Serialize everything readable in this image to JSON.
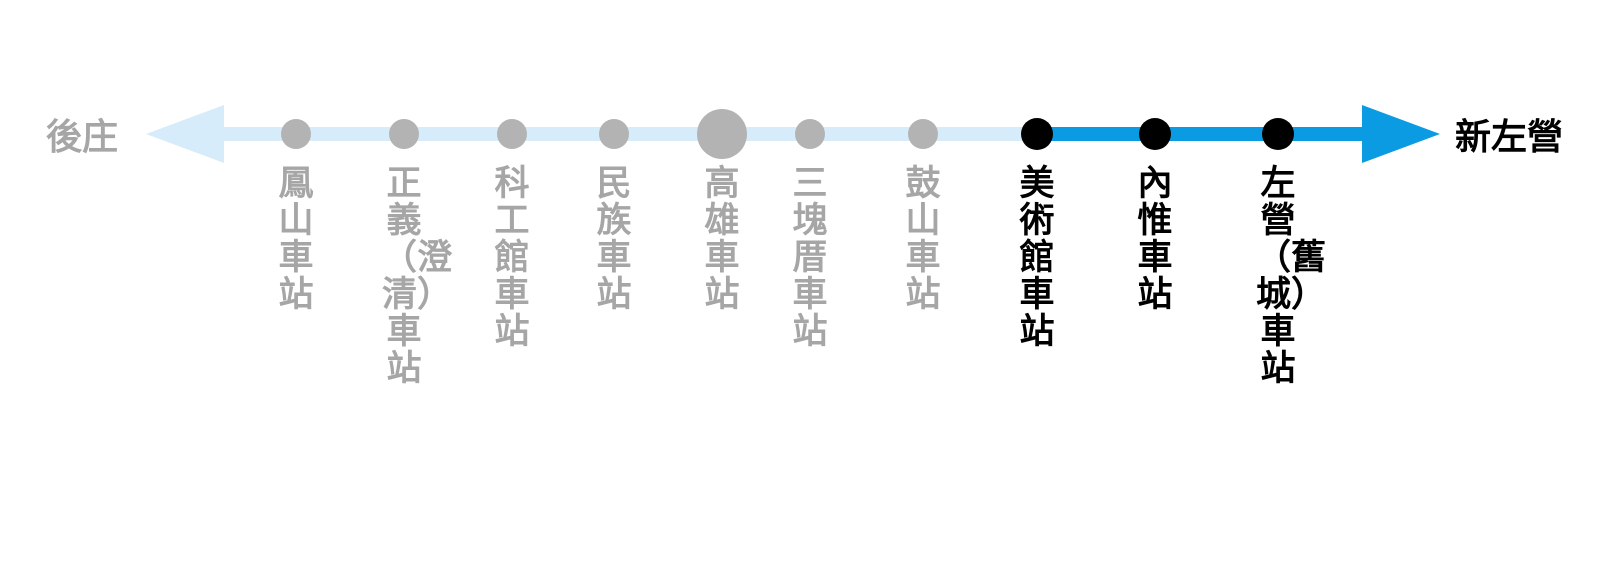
{
  "colors": {
    "inactive_line": "#d6ecfa",
    "active_line": "#0a9be2",
    "inactive_station": "#b3b3b3",
    "active_station": "#000000",
    "inactive_text": "#a6a6a6",
    "active_text": "#000000"
  },
  "route": {
    "left_terminus": "後庄",
    "right_terminus": "新左營"
  },
  "stations": [
    {
      "name": "鳳山車站",
      "active": false,
      "major": false
    },
    {
      "name": "正義（澄清）車站",
      "active": false,
      "major": false
    },
    {
      "name": "科工館車站",
      "active": false,
      "major": false
    },
    {
      "name": "民族車站",
      "active": false,
      "major": false
    },
    {
      "name": "高雄車站",
      "active": false,
      "major": true
    },
    {
      "name": "三塊厝車站",
      "active": false,
      "major": false
    },
    {
      "name": "鼓山車站",
      "active": false,
      "major": false
    },
    {
      "name": "美術館車站",
      "active": true,
      "major": false
    },
    {
      "name": "內惟車站",
      "active": true,
      "major": false
    },
    {
      "name": "左營（舊城）車站",
      "active": true,
      "major": false
    }
  ]
}
